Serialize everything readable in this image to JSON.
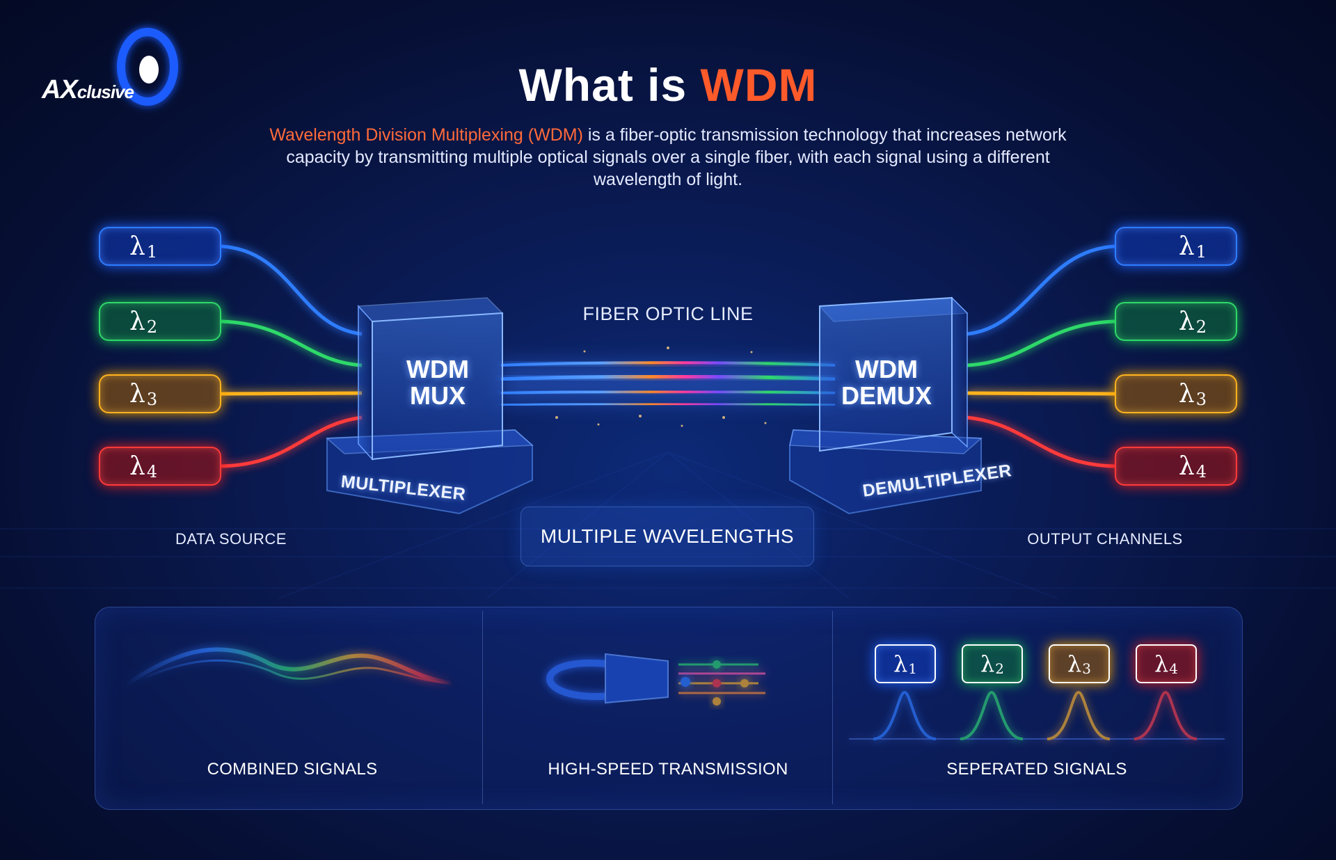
{
  "brand": {
    "logo_main": "AX",
    "logo_small": "clusive"
  },
  "header": {
    "title_part1": "What is",
    "title_part2": "WDM",
    "intro_highlight": "Wavelength Division Multiplexing (WDM)",
    "intro_rest": " is a fiber-optic transmission technology that increases network capacity by transmitting multiple optical signals over a single fiber, with each signal using a different wavelength of light."
  },
  "channels": [
    {
      "symbol": "λ",
      "index": "1",
      "color": "#2f7dff"
    },
    {
      "symbol": "λ",
      "index": "2",
      "color": "#2fd86a"
    },
    {
      "symbol": "λ",
      "index": "3",
      "color": "#ffb31f"
    },
    {
      "symbol": "λ",
      "index": "4",
      "color": "#ff3a3a"
    }
  ],
  "diagram": {
    "mux_line1": "WDM",
    "mux_line2": "MUX",
    "mux_base": "MULTIPLEXER",
    "demux_line1": "WDM",
    "demux_line2": "DEMUX",
    "demux_base": "DEMULTIPLEXER",
    "fiber_label": "FIBER OPTIC LINE",
    "wavelengths_label": "MULTIPLE WAVELENGTHS",
    "source_label": "DATA SOURCE",
    "output_label": "OUTPUT CHANNELS"
  },
  "panels": {
    "combined": "COMBINED SIGNALS",
    "transmission": "HIGH-SPEED TRANSMISSION",
    "separated": "SEPERATED SIGNALS"
  },
  "colors": {
    "accent": "#ff5a2a",
    "blue": "#2f7dff",
    "green": "#2fd86a",
    "amber": "#ffb31f",
    "red": "#ff3a3a",
    "background": "#0a1a52"
  }
}
